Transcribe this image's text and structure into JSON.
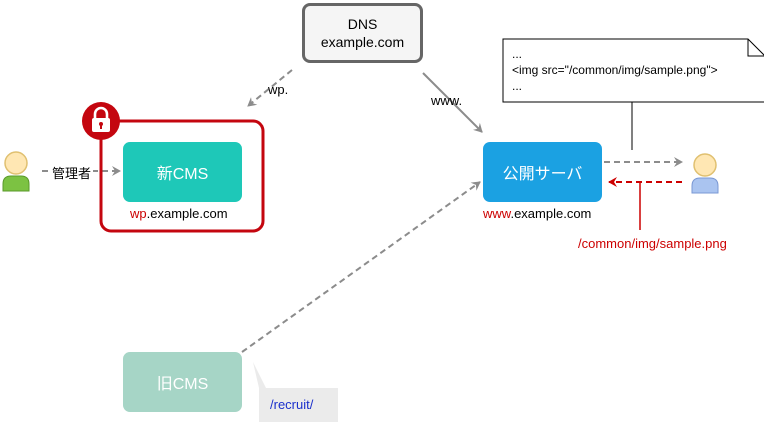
{
  "dns": {
    "title": "DNS",
    "domain": "example.com"
  },
  "arrows": {
    "wp_label": "wp.",
    "www_label": "www."
  },
  "admin": {
    "label": "管理者"
  },
  "new_cms": {
    "label": "新CMS",
    "domain_prefix": "wp",
    "domain_suffix": ".example.com"
  },
  "public_server": {
    "label": "公開サーバ",
    "domain_prefix": "www",
    "domain_suffix": ".example.com"
  },
  "old_cms": {
    "label": "旧CMS",
    "path": "/recruit/"
  },
  "note": {
    "line1": "...",
    "line2": "<img src=\"/common/img/sample.png\">",
    "line3": "..."
  },
  "request_path": "/common/img/sample.png",
  "icons": {
    "lock": "lock-icon",
    "user": "user-icon"
  },
  "colors": {
    "dns_fill": "#f5f5f5",
    "dns_stroke": "#666666",
    "new_cms_fill": "#1ec8b8",
    "old_cms_fill": "#a6d5c6",
    "public_fill": "#1ba1e2",
    "lock_red": "#c4060f",
    "red_text": "#cc0000",
    "blue_text": "#1a2fcc",
    "arrow_gray": "#8c8c8c"
  }
}
